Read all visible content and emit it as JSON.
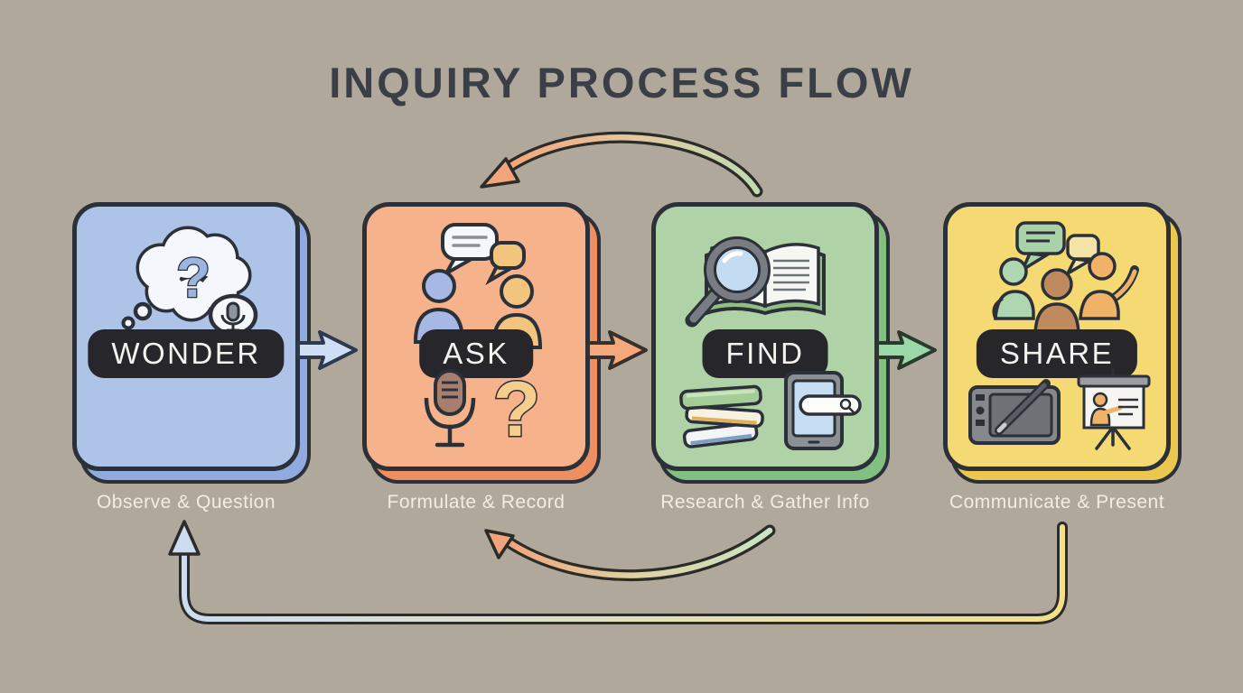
{
  "title": "INQUIRY PROCESS FLOW",
  "background_color": "#b0a89a",
  "outline_color": "#2c3038",
  "stages": [
    {
      "label": "WONDER",
      "subtitle": "Observe & Question",
      "colors": {
        "fill": "#aec3e8",
        "shadow": "#8fabdf",
        "forward_arrow": "#cfdef4"
      },
      "icons": {
        "top": [
          "thought-cloud-question",
          "mic-speech-bubble"
        ],
        "bottom": []
      }
    },
    {
      "label": "ASK",
      "subtitle": "Formulate & Record",
      "colors": {
        "fill": "#f6b28b",
        "shadow": "#ee8f62",
        "forward_arrow": "#f6a87d"
      },
      "icons": {
        "top": [
          "two-people-conversation"
        ],
        "bottom": [
          "microphone",
          "question-mark"
        ]
      }
    },
    {
      "label": "FIND",
      "subtitle": "Research & Gather Info",
      "colors": {
        "fill": "#afd3a6",
        "shadow": "#81c080",
        "forward_arrow": "#9bd8a7"
      },
      "icons": {
        "top": [
          "magnifier-open-book"
        ],
        "bottom": [
          "book-stack",
          "tablet-search"
        ]
      }
    },
    {
      "label": "SHARE",
      "subtitle": "Communicate & Present",
      "colors": {
        "fill": "#f5da74",
        "shadow": "#ecc74f",
        "forward_arrow": "#f5da74"
      },
      "icons": {
        "top": [
          "group-discussion"
        ],
        "bottom": [
          "drawing-tablet-pen",
          "presentation-easel"
        ]
      }
    }
  ],
  "arrows": {
    "forward": [
      {
        "from": "WONDER",
        "to": "ASK",
        "color": "#cfdef4"
      },
      {
        "from": "ASK",
        "to": "FIND",
        "color": "#f6a87d"
      },
      {
        "from": "FIND",
        "to": "SHARE",
        "color": "#9bd8a7"
      }
    ],
    "loops": [
      {
        "from": "FIND",
        "to": "ASK",
        "position": "top-arc",
        "gradient": [
          "#bcdcb2",
          "#f2a57c"
        ]
      },
      {
        "from": "FIND",
        "to": "ASK",
        "position": "bottom-arc",
        "gradient": [
          "#c9e5c6",
          "#f2a57c"
        ]
      },
      {
        "from": "SHARE",
        "to": "WONDER",
        "position": "bottom-return",
        "gradient": [
          "#f2e089",
          "#cddcf2"
        ]
      }
    ]
  }
}
